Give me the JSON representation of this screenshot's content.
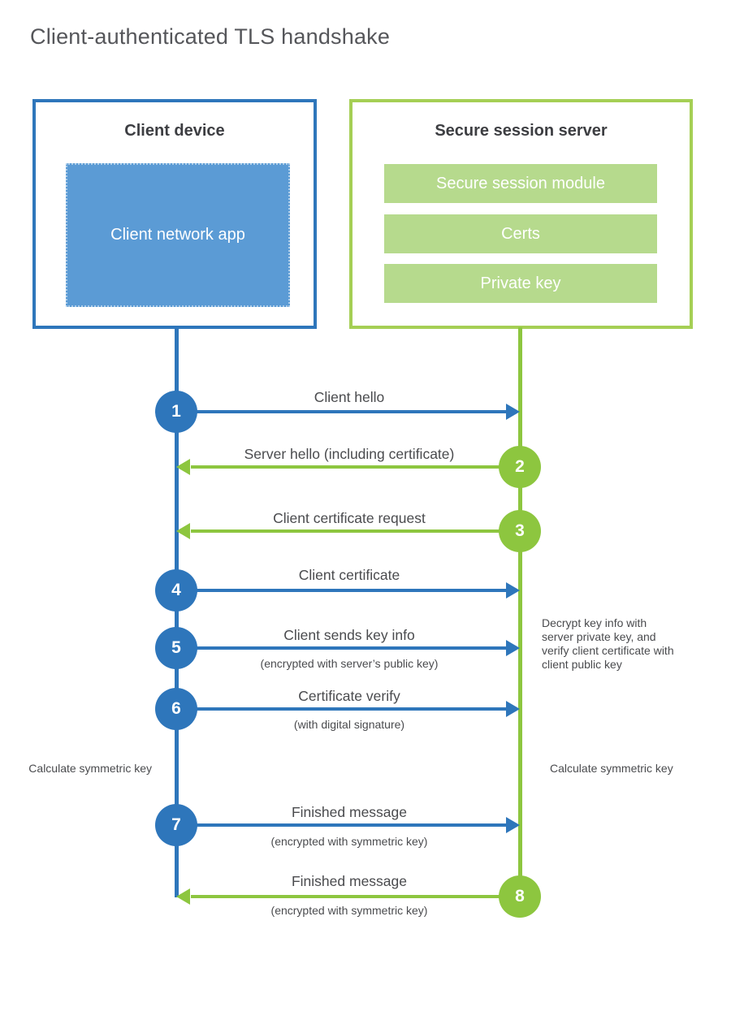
{
  "title": "Client-authenticated TLS handshake",
  "colors": {
    "client_blue": "#2e76bb",
    "client_app_fill": "#5b9bd5",
    "server_green_border": "#a5cf55",
    "server_bar_fill": "#b6da8d",
    "step_green": "#8dc63f",
    "text_gray": "#4a4b4e"
  },
  "client": {
    "title": "Client device",
    "app_label": "Client network app"
  },
  "server": {
    "title": "Secure session server",
    "modules": [
      {
        "label": "Secure session module"
      },
      {
        "label": "Certs"
      },
      {
        "label": "Private key"
      }
    ]
  },
  "steps": [
    {
      "num": "1",
      "from": "client",
      "direction": "right",
      "label": "Client hello",
      "sub": ""
    },
    {
      "num": "2",
      "from": "server",
      "direction": "left",
      "label": "Server hello (including certificate)",
      "sub": ""
    },
    {
      "num": "3",
      "from": "server",
      "direction": "left",
      "label": "Client certificate request",
      "sub": ""
    },
    {
      "num": "4",
      "from": "client",
      "direction": "right",
      "label": "Client certificate",
      "sub": ""
    },
    {
      "num": "5",
      "from": "client",
      "direction": "right",
      "label": "Client sends key info",
      "sub": "(encrypted with server’s public key)"
    },
    {
      "num": "6",
      "from": "client",
      "direction": "right",
      "label": "Certificate verify",
      "sub": "(with digital signature)"
    },
    {
      "num": "7",
      "from": "client",
      "direction": "right",
      "label": "Finished message",
      "sub": "(encrypted with symmetric key)"
    },
    {
      "num": "8",
      "from": "server",
      "direction": "left",
      "label": "Finished message",
      "sub": "(encrypted with symmetric key)"
    }
  ],
  "notes": {
    "decrypt": "Decrypt key info with server private key, and verify client certificate with client public key",
    "calculate_left": "Calculate symmetric key",
    "calculate_right": "Calculate symmetric key"
  }
}
